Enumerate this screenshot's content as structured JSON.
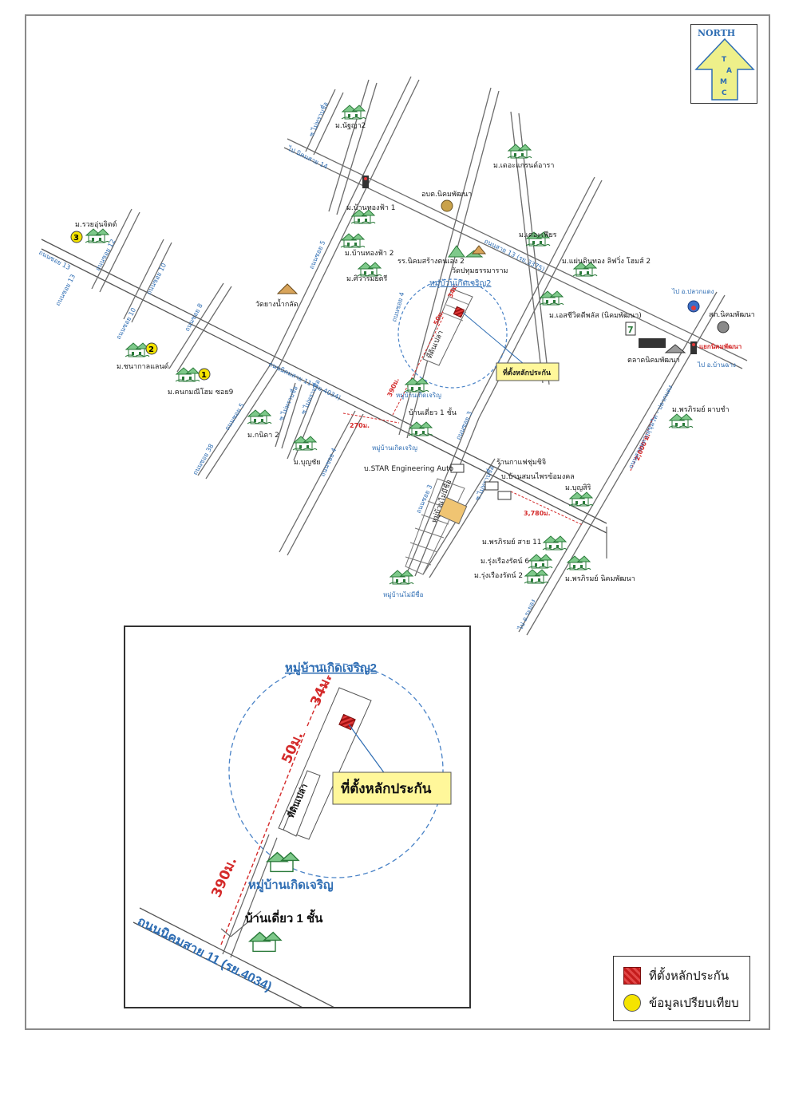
{
  "north": {
    "label": "NORTH",
    "letters": [
      "T",
      "A",
      "M",
      "C"
    ]
  },
  "legend": {
    "collateral": "ที่ตั้งหลักประกัน",
    "comparable": "ข้อมูลเปรียบเทียบ"
  },
  "colors": {
    "road_label": "#2e6db3",
    "distance": "#d42a2a",
    "target": "#c41c1c",
    "callout_bg": "#fff79a",
    "marker": "#f5e400"
  },
  "main": {
    "roads": {
      "r11": "ถนนนิคมสาย 11 (รย.4034)",
      "r13": "ถนนสาย 13 (รย.3375)",
      "sukhumvit": "ถนนสายหลวงสุขุมวิท - ปลวกแดง",
      "s3": "ถนนซอย 3",
      "s3b": "ถนนซอย 3",
      "s4": "ถนนซอย 4",
      "s4b": "ถนนซอย 4",
      "s5": "ถนนซอย 5",
      "s5b": "ถนนซอย 5",
      "s8": "ถนนซอย 8",
      "s10": "ถนนซอย 10",
      "s10b": "ถนนซอย 10",
      "s12": "ถนนซอย 12",
      "s13": "ถนนซอย 13",
      "s13b": "ถนนซอย 13",
      "s14": "ถนนซอย 14",
      "s38": "ถนนซอย 38",
      "soi_mairu": "ซ.ไม่ทราบชื่อ",
      "soi_mairu2": "ซ.ไม่ทราบชื่อ",
      "soi_mairu3": "ซ.ไม่ทราบชื่อ",
      "soi_mairu4": "ซ.ไม่ทราบชื่อ"
    },
    "places": {
      "nattaya2": "ม.นัฐญา2",
      "grand": "ม.เดอะแกรนด์อารา",
      "sao": "อบต.นิคมพัฒนา",
      "bantong1": "ม.บ้านทองฟ้า 1",
      "bantong2": "ม.บ้านทองฟ้า 2",
      "siwarat": "ม.ศิวารมย์ตรี",
      "school": "รร.นิคมสร้างตนเอง 2",
      "wat": "วัดปทุมธรรมาราม",
      "watyang": "วัดยางน้ำกลัด",
      "kerd2": "หมู่บ้านเกิดเจริญ2",
      "empty_land": "ที่ดินเปล่า",
      "target": "ที่ตั้งหลักประกัน",
      "kerd": "หมู่บ้านเกิดเจริญ",
      "single": "บ้านเดี่ยว 1 ชั้น",
      "kerd_b": "หมู่บ้านเกิดเจริญ",
      "thepair": "ม.เดอะเฟียร",
      "maendin": "ม.แผ่นดินทอง ลิฟวิ่ง โฮมส์ 2",
      "essi": "ม.เอสชีวิตดีพลัส (นิคมพัฒนา)",
      "pluak": "ไป อ.ปลวกแดง",
      "nikhom_st": "สภ.นิคมพัฒนา",
      "market": "ตลาดนิคมพัฒนา",
      "intersect": "แยกนิคมพัฒนา",
      "banchang": "ไป อ.บ้านฉาง",
      "phraphirom": "ม.พรภิรมย์ ผาบชำ",
      "ruamjai": "ม.รวยอุ่นจิตต์",
      "charoen": "ม.ชนากาลแลนด์",
      "kanok": "ม.คนกมณีโฮม ซอย9",
      "kanida": "ม.กนิดา 2",
      "boonchai": "ม.บุญชัย",
      "star": "บ.STAR Engineering Auto",
      "shop": "ร้านกาแฟชุ่มชิจิ",
      "pump": "บ.บ้านสมนไพรข้อมงคล",
      "boonsiri": "ม.บุญสิริ",
      "phrom11": "ม.พรภิรมย์ สาย 11",
      "rung6": "ม.รุ่งเรืองรัตน์ 6",
      "rung2": "ม.รุ่งเรืองรัตน์ 2",
      "phrom_nikhom": "ม.พรภิรมย์ นิคมพัฒนา",
      "maisee": "หมู่บ้านไม่มีชื่อ",
      "mailabel": "หมู่บ้านไม่มีชื่อ",
      "rayong": "ไป อ.ระยอง",
      "bankhai": "ไป บ้านค่าย",
      "mai_sathan": "ไป นิคมสาย 14"
    },
    "distances": {
      "d34": "34ม.",
      "d50": "50ม.",
      "d390": "390ม.",
      "d270": "270ม.",
      "d3780": "3,780ม.",
      "d2000": "2,000 ม."
    },
    "markers": [
      "1",
      "2",
      "3"
    ]
  },
  "inset": {
    "village2": "หมู่บ้านเกิดเจริญ2",
    "d34": "34ม.",
    "d50": "50ม.",
    "d390": "390ม.",
    "empty_land": "ที่ดินเปล่า",
    "target": "ที่ตั้งหลักประกัน",
    "village": "หมู่บ้านเกิดเจริญ",
    "single": "บ้านเดี่ยว 1 ชั้น",
    "road": "ถนนนิคมสาย 11 (รย.4034)"
  }
}
